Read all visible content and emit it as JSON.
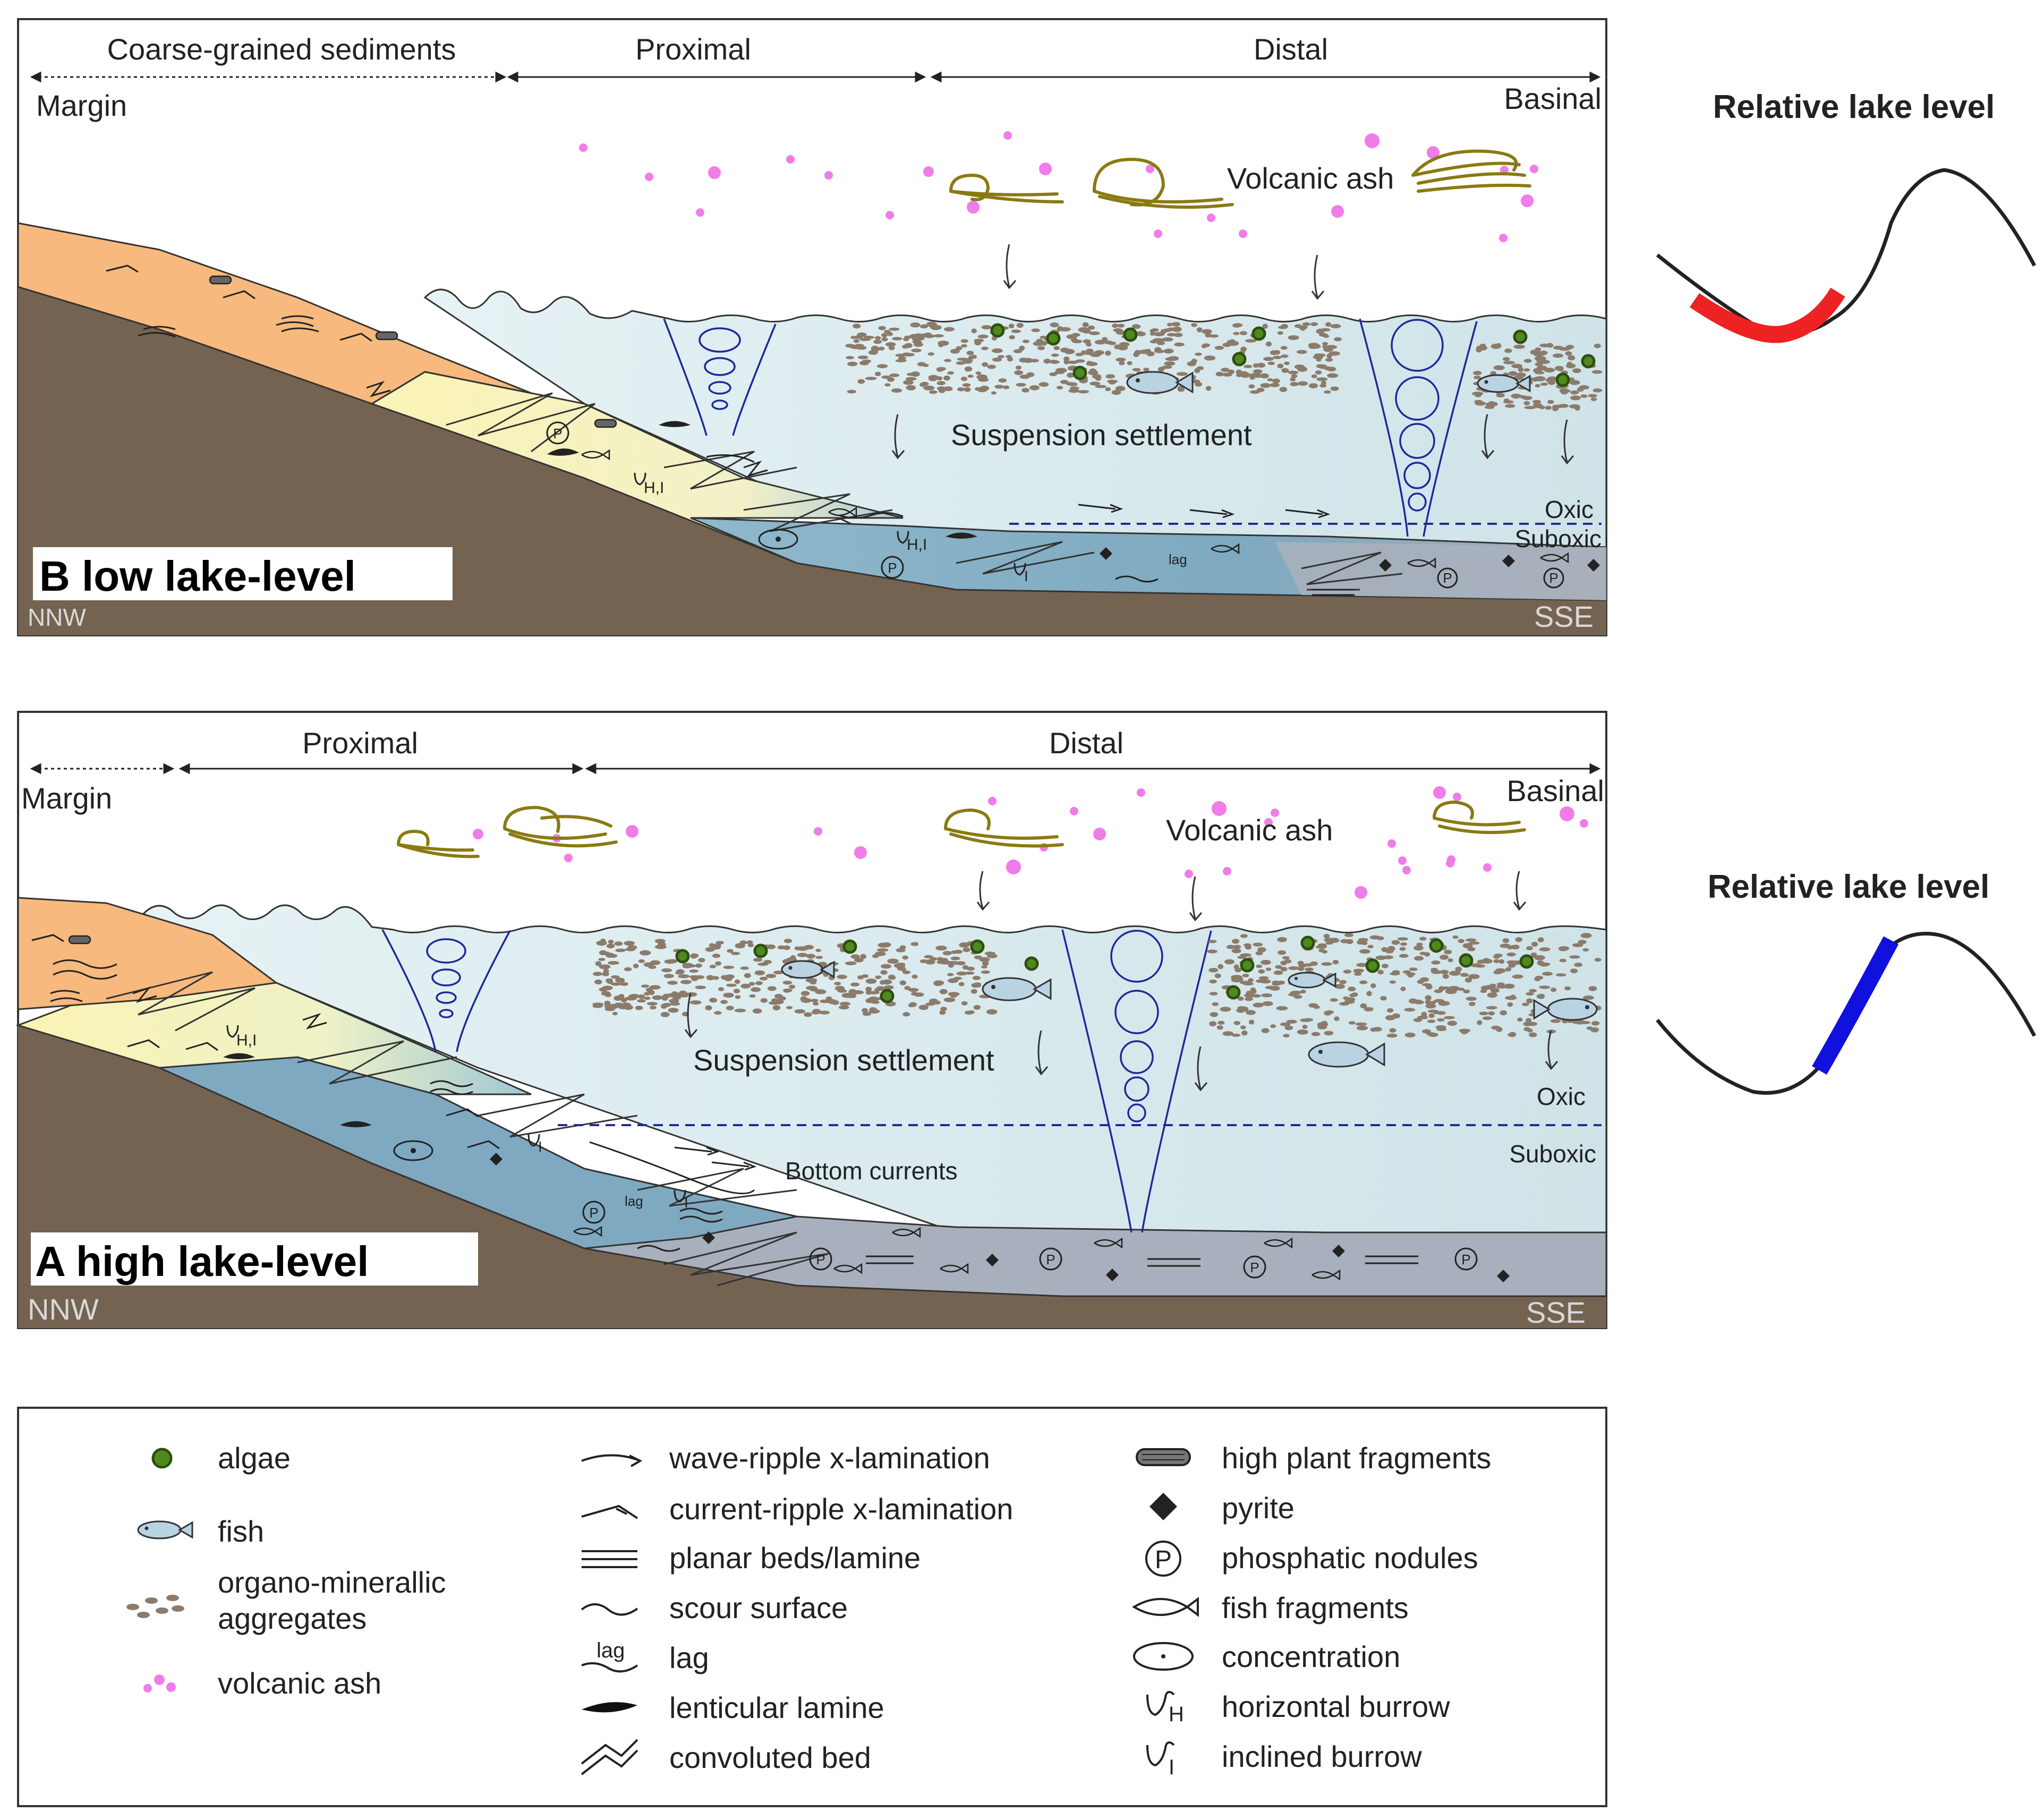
{
  "colors": {
    "bedrock": "#756352",
    "coarse": "#f7b97d",
    "proximal": "#fbf3b5",
    "water": "#d9ecf0",
    "deep": "#7ca8bf",
    "basin_floor": "#a9b0bd",
    "algae": "#4f8a1f",
    "ash": "#f07cea",
    "wind": "#8a7a12",
    "vortex": "#1e2a9a",
    "redox": "#1e2a9a",
    "low_level_marker": "#ee2222",
    "high_level_marker": "#1111dd",
    "aggregates": "#8c7b6b"
  },
  "panel_b": {
    "title": "B low lake-level",
    "zone_coarse": "Coarse-grained sediments",
    "zone_proximal": "Proximal",
    "zone_distal": "Distal",
    "margin": "Margin",
    "basinal": "Basinal",
    "volcanic_ash": "Volcanic ash",
    "suspension": "Suspension settlement",
    "oxic": "Oxic",
    "suboxic": "Suboxic",
    "nnw": "NNW",
    "sse": "SSE",
    "lag": "lag",
    "phos": "P",
    "burrow_hi": "H,I",
    "burrow_i": "I"
  },
  "panel_a": {
    "title": "A high lake-level",
    "zone_proximal": "Proximal",
    "zone_distal": "Distal",
    "margin": "Margin",
    "basinal": "Basinal",
    "volcanic_ash": "Volcanic ash",
    "suspension": "Suspension settlement",
    "bottom_currents": "Bottom currents",
    "oxic": "Oxic",
    "suboxic": "Suboxic",
    "nnw": "NNW",
    "sse": "SSE",
    "lag": "lag",
    "phos": "P",
    "burrow_hi": "H,I",
    "burrow_i": "I"
  },
  "lake_level_curves": {
    "title_low": "Relative  lake level",
    "title_high": "Relative  lake level"
  },
  "legend": {
    "col1": [
      {
        "icon": "algae-icon",
        "label": "algae"
      },
      {
        "icon": "fish-icon",
        "label": "fish"
      },
      {
        "icon": "aggregates-icon",
        "label": "organo-minerallic",
        "label2": "aggregates"
      },
      {
        "icon": "volcanic-ash-icon",
        "label": "volcanic ash"
      }
    ],
    "col2": [
      {
        "icon": "wave-ripple-icon",
        "label": "wave-ripple x-lamination"
      },
      {
        "icon": "current-ripple-icon",
        "label": "current-ripple x-lamination"
      },
      {
        "icon": "planar-beds-icon",
        "label": "planar beds/lamine"
      },
      {
        "icon": "scour-surface-icon",
        "label": "scour surface"
      },
      {
        "icon": "lag-icon",
        "label": "lag",
        "icon_text": "lag"
      },
      {
        "icon": "lenticular-icon",
        "label": "lenticular lamine"
      },
      {
        "icon": "convoluted-icon",
        "label": "convoluted bed"
      }
    ],
    "col3": [
      {
        "icon": "plant-fragment-icon",
        "label": "high plant fragments"
      },
      {
        "icon": "pyrite-icon",
        "label": "pyrite"
      },
      {
        "icon": "phosphatic-nodule-icon",
        "label": "phosphatic nodules",
        "icon_text": "P"
      },
      {
        "icon": "fish-fragment-icon",
        "label": "fish fragments"
      },
      {
        "icon": "concentration-icon",
        "label": "concentration"
      },
      {
        "icon": "horizontal-burrow-icon",
        "label": "horizontal burrow",
        "icon_text": "H"
      },
      {
        "icon": "inclined-burrow-icon",
        "label": "inclined burrow",
        "icon_text": "I"
      }
    ]
  }
}
